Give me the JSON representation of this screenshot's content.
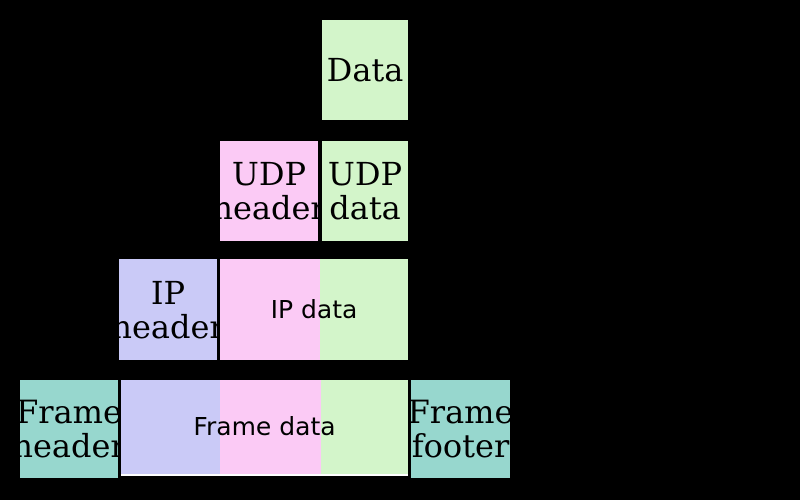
{
  "colors": {
    "background": "#000000",
    "text": "#000000",
    "payload-green": "#d3f5ca",
    "udp-pink": "#fbcaf5",
    "ip-lavender": "#cacaf7",
    "frame-teal": "#97d7ce",
    "hairline-white": "#ffffff"
  },
  "layers": {
    "application": {
      "data_label": "Data"
    },
    "udp": {
      "header_label": "UDP header",
      "data_label": "UDP data"
    },
    "ip": {
      "header_label": "IP header",
      "data_label": "IP data"
    },
    "frame": {
      "header_label": "Frame header",
      "data_label": "Frame data",
      "footer_label": "Frame footer"
    }
  }
}
